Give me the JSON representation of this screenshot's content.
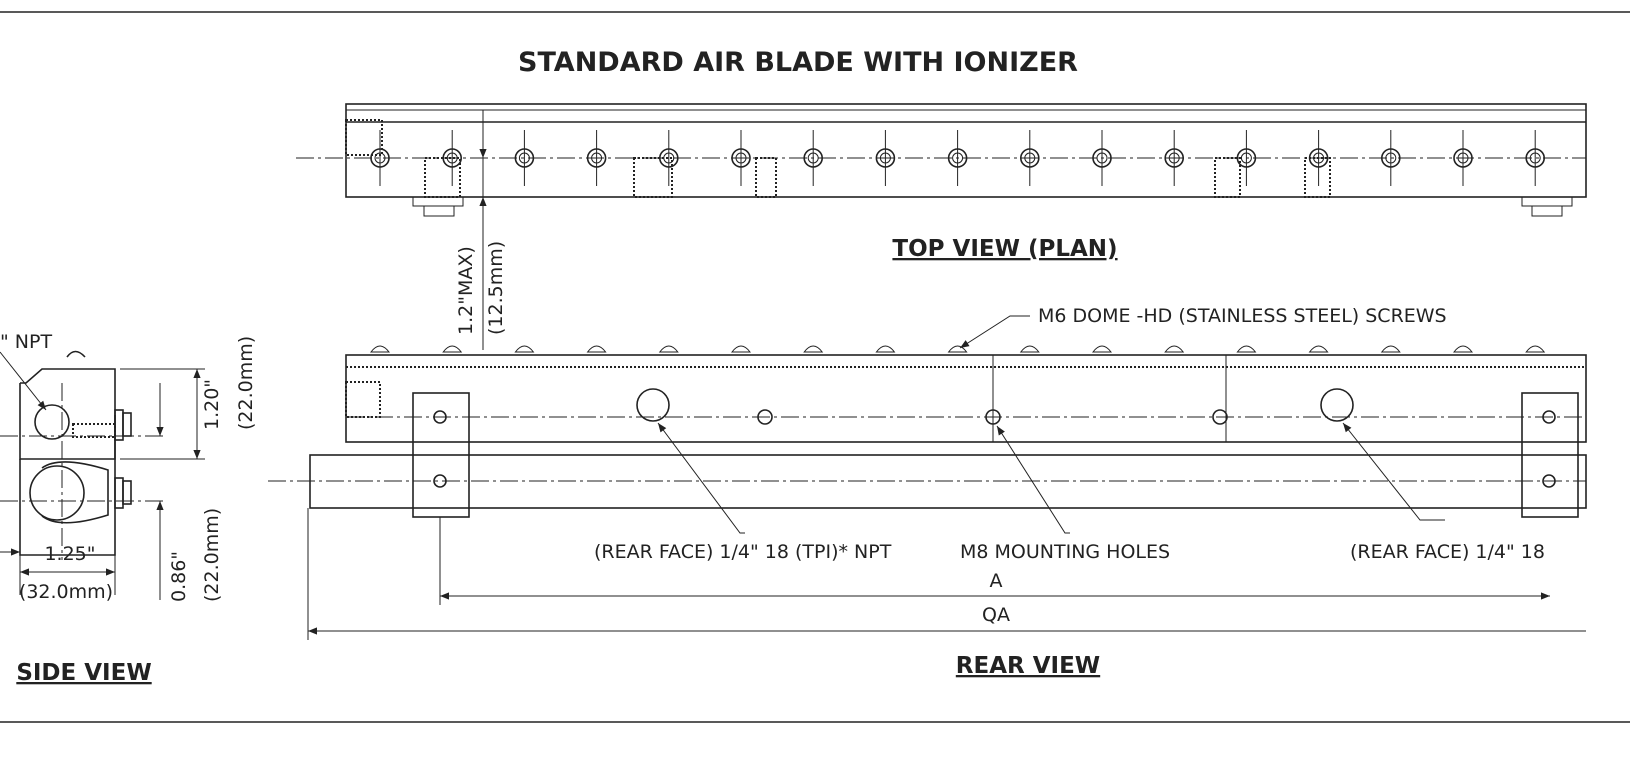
{
  "title": "STANDARD AIR BLADE WITH IONIZER",
  "top_view": {
    "label": "TOP VIEW (PLAN)"
  },
  "rear_view": {
    "label": "REAR VIEW",
    "screws_callout": "M6 DOME -HD (STAINLESS STEEL) SCREWS",
    "port_left_callout": "(REAR FACE) 1/4\" 18 (TPI)* NPT",
    "mounting_callout": "M8 MOUNTING HOLES",
    "port_right_callout": "(REAR FACE) 1/4\" 18",
    "dim_a": "A",
    "dim_qa": "QA",
    "dim_height_in": "1.2\"MAX)",
    "dim_height_mm": "(12.5mm)"
  },
  "side_view": {
    "label": "SIDE VIEW",
    "npt_callout": "\" NPT",
    "dim_height_in": "1.20\"",
    "dim_height_mm": "(22.0mm)",
    "dim_width_in": "1.25\"",
    "dim_width_mm": "(32.0mm)",
    "dim_offset_in": "0.86\"",
    "dim_offset_mm": "(22.0mm)"
  }
}
